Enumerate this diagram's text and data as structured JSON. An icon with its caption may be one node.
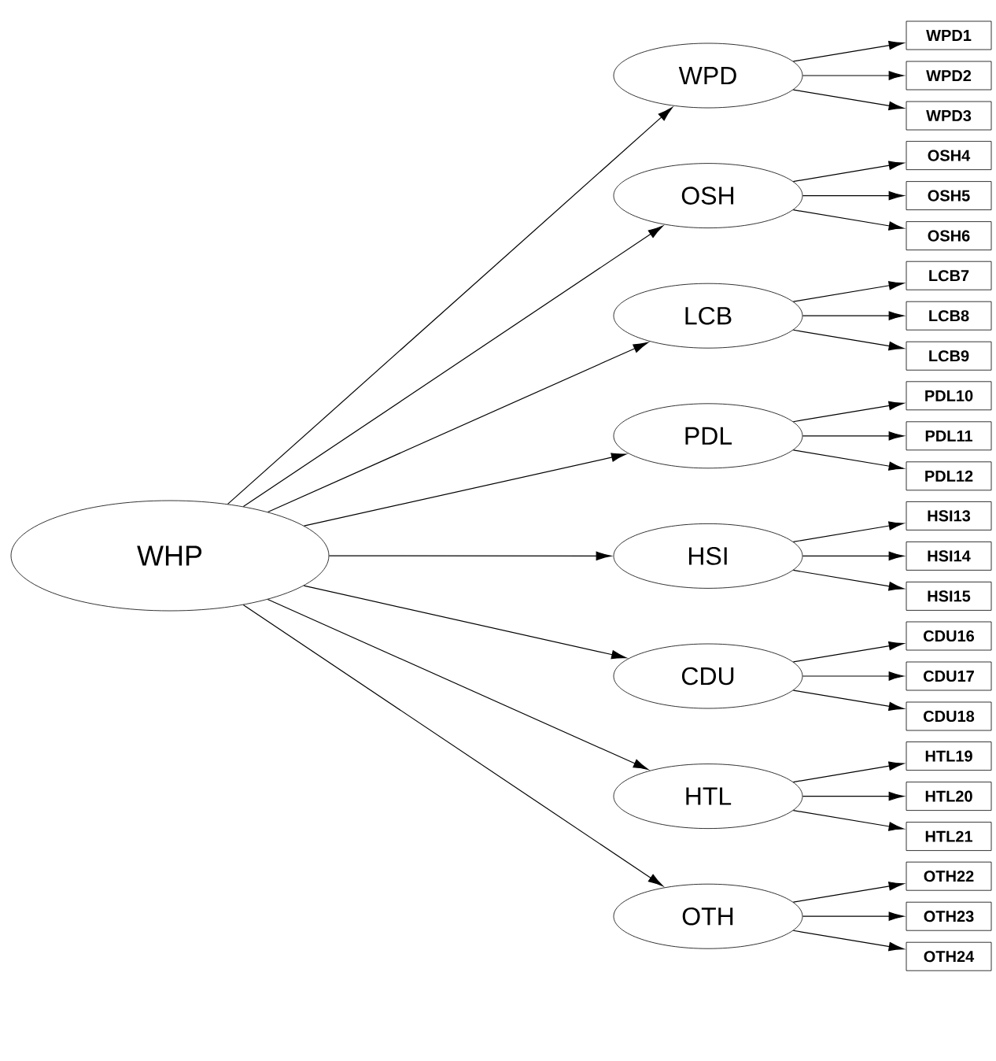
{
  "diagram": {
    "nodes": [
      {
        "text": [
          "WHP"
        ]
      },
      {
        "text": [
          "WPD"
        ]
      },
      {
        "text": [
          "OSH"
        ]
      },
      {
        "text": [
          "LCB"
        ]
      },
      {
        "text": [
          "PDL"
        ]
      },
      {
        "text": [
          "HSI"
        ]
      },
      {
        "text": [
          "CDU"
        ]
      },
      {
        "text": [
          "HTL"
        ]
      },
      {
        "text": [
          "OTH"
        ]
      },
      {
        "text": [
          "WPD1"
        ]
      },
      {
        "text": [
          "WPD2"
        ]
      },
      {
        "text": [
          "WPD3"
        ]
      },
      {
        "text": [
          "OSH4"
        ]
      },
      {
        "text": [
          "OSH5"
        ]
      },
      {
        "text": [
          "OSH6"
        ]
      },
      {
        "text": [
          "LCB7"
        ]
      },
      {
        "text": [
          "LCB8"
        ]
      },
      {
        "text": [
          "LCB9"
        ]
      },
      {
        "text": [
          "PDL10"
        ]
      },
      {
        "text": [
          "PDL11"
        ]
      },
      {
        "text": [
          "PDL12"
        ]
      },
      {
        "text": [
          "HSI13"
        ]
      },
      {
        "text": [
          "HSI14"
        ]
      },
      {
        "text": [
          "HSI15"
        ]
      },
      {
        "text": [
          "CDU16"
        ]
      },
      {
        "text": [
          "CDU17"
        ]
      },
      {
        "text": [
          "CDU18"
        ]
      },
      {
        "text": [
          "HTL19"
        ]
      },
      {
        "text": [
          "HTL20"
        ]
      },
      {
        "text": [
          "HTL21"
        ]
      },
      {
        "text": [
          "OTH22"
        ]
      },
      {
        "text": [
          "OTH23"
        ]
      },
      {
        "text": [
          "OTH24"
        ]
      }
    ],
    "edges": [
      {
        "from": 0,
        "to": 1,
        "arrow": "to"
      },
      {
        "from": 0,
        "to": 2,
        "arrow": "to"
      },
      {
        "from": 0,
        "to": 3,
        "arrow": "to"
      },
      {
        "from": 0,
        "to": 4,
        "arrow": "to"
      },
      {
        "from": 0,
        "to": 5,
        "arrow": "to"
      },
      {
        "from": 0,
        "to": 6,
        "arrow": "to"
      },
      {
        "from": 0,
        "to": 7,
        "arrow": "to"
      },
      {
        "from": 0,
        "to": 8,
        "arrow": "to"
      },
      {
        "from": 1,
        "to": 9,
        "arrow": "to"
      },
      {
        "from": 1,
        "to": 10,
        "arrow": "to"
      },
      {
        "from": 1,
        "to": 11,
        "arrow": "to"
      },
      {
        "from": 2,
        "to": 12,
        "arrow": "to"
      },
      {
        "from": 2,
        "to": 13,
        "arrow": "to"
      },
      {
        "from": 2,
        "to": 14,
        "arrow": "to"
      },
      {
        "from": 3,
        "to": 15,
        "arrow": "to"
      },
      {
        "from": 3,
        "to": 16,
        "arrow": "to"
      },
      {
        "from": 3,
        "to": 17,
        "arrow": "to"
      },
      {
        "from": 4,
        "to": 18,
        "arrow": "to"
      },
      {
        "from": 4,
        "to": 19,
        "arrow": "to"
      },
      {
        "from": 4,
        "to": 20,
        "arrow": "to"
      },
      {
        "from": 5,
        "to": 21,
        "arrow": "to"
      },
      {
        "from": 5,
        "to": 22,
        "arrow": "to"
      },
      {
        "from": 5,
        "to": 23,
        "arrow": "to"
      },
      {
        "from": 6,
        "to": 24,
        "arrow": "to"
      },
      {
        "from": 6,
        "to": 25,
        "arrow": "to"
      },
      {
        "from": 6,
        "to": 26,
        "arrow": "to"
      },
      {
        "from": 7,
        "to": 27,
        "arrow": "to"
      },
      {
        "from": 7,
        "to": 28,
        "arrow": "to"
      },
      {
        "from": 7,
        "to": 29,
        "arrow": "to"
      },
      {
        "from": 8,
        "to": 30,
        "arrow": "to"
      },
      {
        "from": 8,
        "to": 31,
        "arrow": "to"
      },
      {
        "from": 8,
        "to": 32,
        "arrow": "to"
      }
    ]
  }
}
